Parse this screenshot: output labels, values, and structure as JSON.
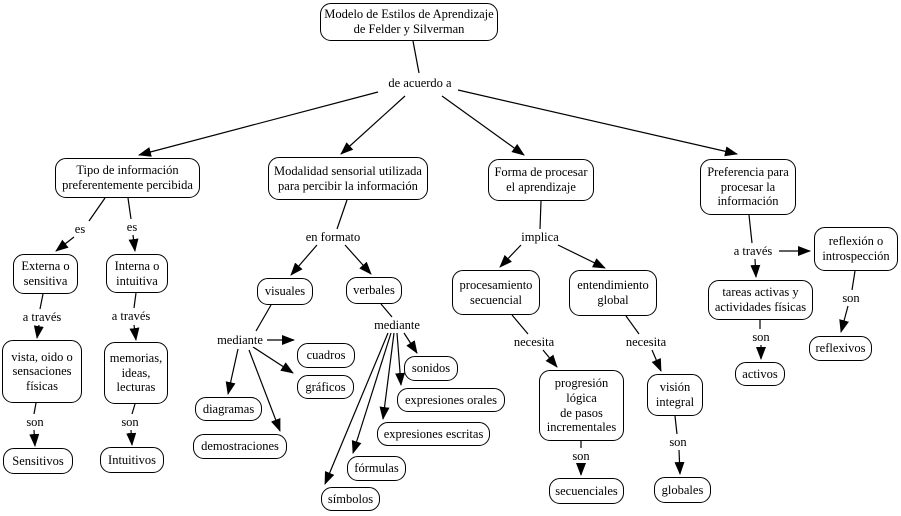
{
  "canvas": {
    "background": "#ffffff",
    "line_color": "#000000",
    "box_fill": "#ffffff",
    "box_border": "#000000"
  },
  "diagram": {
    "type": "concept-map",
    "nodes": {
      "root": "Modelo de Estilos de Aprendizaje\nde Felder y Silverman",
      "tipo": "Tipo de información\npreferentemente percibida",
      "modalidad": "Modalidad sensorial utilizada\npara percibir la información",
      "forma": "Forma de procesar\nel aprendizaje",
      "preferencia": "Preferencia para\nprocesar la\ninformación",
      "externa": "Externa o\nsensitiva",
      "interna": "Interna o\nintuitiva",
      "vista": "vista, oido o\nsensaciones\nfísicas",
      "memorias": "memorias,\nideas,\nlecturas",
      "sensitivos": "Sensitivos",
      "intuitivos": "Intuitivos",
      "visuales": "visuales",
      "verbales": "verbales",
      "cuadros": "cuadros",
      "graficos": "gráficos",
      "diagramas": "diagramas",
      "demostraciones": "demostraciones",
      "sonidos": "sonidos",
      "exp_orales": "expresiones orales",
      "exp_escritas": "expresiones escritas",
      "formulas": "fórmulas",
      "simbolos": "símbolos",
      "procesamiento": "procesamiento\nsecuencial",
      "entendimiento": "entendimiento\nglobal",
      "progresion": "progresión\nlógica\nde pasos\nincrementales",
      "vision": "visión\nintegral",
      "secuenciales": "secuenciales",
      "globales": "globales",
      "reflexion": "reflexión o\nintrospección",
      "tareas": "tareas activas y\nactividades físicas",
      "activos": "activos",
      "reflexivos": "reflexivos"
    },
    "labels": {
      "de_acuerdo_a": "de acuerdo a",
      "es_1": "es",
      "es_2": "es",
      "a_traves_1": "a través",
      "a_traves_2": "a través",
      "son_1": "son",
      "son_2": "son",
      "en_formato": "en formato",
      "mediante_1": "mediante",
      "mediante_2": "mediante",
      "implica": "implica",
      "necesita_1": "necesita",
      "necesita_2": "necesita",
      "son_3": "son",
      "son_4": "son",
      "a_traves_3": "a través",
      "son_5": "son",
      "son_6": "son"
    },
    "edges": [
      {
        "from": "root",
        "label": "de acuerdo a",
        "to": "tipo"
      },
      {
        "from": "root",
        "label": "de acuerdo a",
        "to": "modalidad"
      },
      {
        "from": "root",
        "label": "de acuerdo a",
        "to": "forma"
      },
      {
        "from": "root",
        "label": "de acuerdo a",
        "to": "preferencia"
      },
      {
        "from": "tipo",
        "label": "es",
        "to": "externa"
      },
      {
        "from": "tipo",
        "label": "es",
        "to": "interna"
      },
      {
        "from": "externa",
        "label": "a través",
        "to": "vista"
      },
      {
        "from": "interna",
        "label": "a través",
        "to": "memorias"
      },
      {
        "from": "vista",
        "label": "son",
        "to": "sensitivos"
      },
      {
        "from": "memorias",
        "label": "son",
        "to": "intuitivos"
      },
      {
        "from": "modalidad",
        "label": "en formato",
        "to": "visuales"
      },
      {
        "from": "modalidad",
        "label": "en formato",
        "to": "verbales"
      },
      {
        "from": "visuales",
        "label": "mediante",
        "to": "cuadros"
      },
      {
        "from": "visuales",
        "label": "mediante",
        "to": "graficos"
      },
      {
        "from": "visuales",
        "label": "mediante",
        "to": "diagramas"
      },
      {
        "from": "visuales",
        "label": "mediante",
        "to": "demostraciones"
      },
      {
        "from": "verbales",
        "label": "mediante",
        "to": "sonidos"
      },
      {
        "from": "verbales",
        "label": "mediante",
        "to": "exp_orales"
      },
      {
        "from": "verbales",
        "label": "mediante",
        "to": "exp_escritas"
      },
      {
        "from": "verbales",
        "label": "mediante",
        "to": "formulas"
      },
      {
        "from": "verbales",
        "label": "mediante",
        "to": "simbolos"
      },
      {
        "from": "forma",
        "label": "implica",
        "to": "procesamiento"
      },
      {
        "from": "forma",
        "label": "implica",
        "to": "entendimiento"
      },
      {
        "from": "procesamiento",
        "label": "necesita",
        "to": "progresion"
      },
      {
        "from": "entendimiento",
        "label": "necesita",
        "to": "vision"
      },
      {
        "from": "progresion",
        "label": "son",
        "to": "secuenciales"
      },
      {
        "from": "vision",
        "label": "son",
        "to": "globales"
      },
      {
        "from": "preferencia",
        "label": "a través",
        "to": "tareas"
      },
      {
        "from": "preferencia",
        "label": "a través",
        "to": "reflexion"
      },
      {
        "from": "tareas",
        "label": "son",
        "to": "activos"
      },
      {
        "from": "reflexion",
        "label": "son",
        "to": "reflexivos"
      }
    ]
  }
}
